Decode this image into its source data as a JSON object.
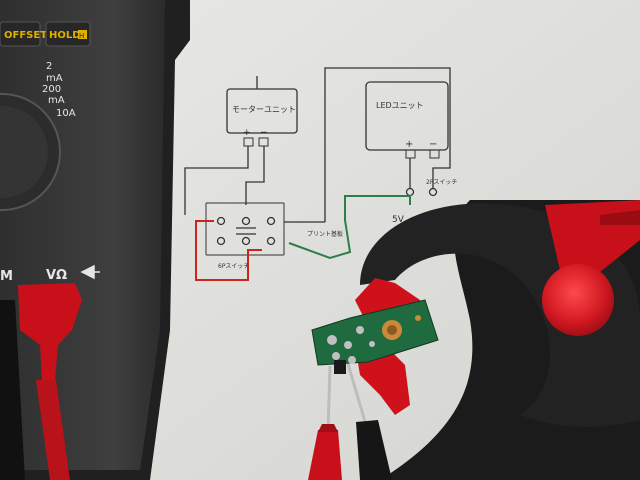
{
  "meter": {
    "offset_label": "OFFSET",
    "hold_label": "HOLD",
    "hold_badge": "H",
    "range_2": "2",
    "unit_2": "mA",
    "range_200": "200",
    "unit_200": "mA",
    "range_10": "10A",
    "jack_label": "VΩ",
    "jack_m": "M"
  },
  "schematic": {
    "motor_unit": "モーターユニット",
    "led_unit": "LEDユニット",
    "plus": "+",
    "minus": "−",
    "switch_2p": "2Pスイッチ",
    "switch_6p": "6Pスイッチ",
    "print_board": "プリント基板",
    "voltage": "5V"
  },
  "colors": {
    "paper": "#e6e6e2",
    "meter_body": "#3a3b3a",
    "clamp_red": "#c8101a",
    "clamp_black": "#1b1b1b",
    "pcb_green": "#1f6a3e",
    "wire_red": "#c8261e",
    "wire_green": "#2e7d4a"
  }
}
